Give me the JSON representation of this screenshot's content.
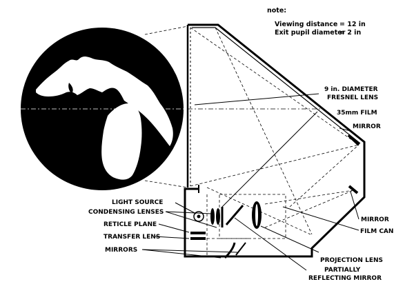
{
  "note": {
    "heading": "note:",
    "viewing_label": "Viewing distance",
    "viewing_value": "= 12 in",
    "exit_label": "Exit pupil diameter",
    "exit_value": "= 2 in"
  },
  "labels": {
    "fresnel_1": "9 in. DIAMETER",
    "fresnel_2": "FRESNEL LENS",
    "film": "35mm FILM",
    "mirror_top": "MIRROR",
    "mirror_bottom": "MIRROR",
    "film_can": "FILM CAN",
    "light_source": "LIGHT SOURCE",
    "condensing": "CONDENSING LENSES",
    "reticle": "RETICLE PLANE",
    "transfer": "TRANSFER LENS",
    "mirrors": "MIRRORS",
    "projection": "PROJECTION LENS",
    "partial_1": "PARTIALLY",
    "partial_2": "REFLECTING MIRROR"
  }
}
